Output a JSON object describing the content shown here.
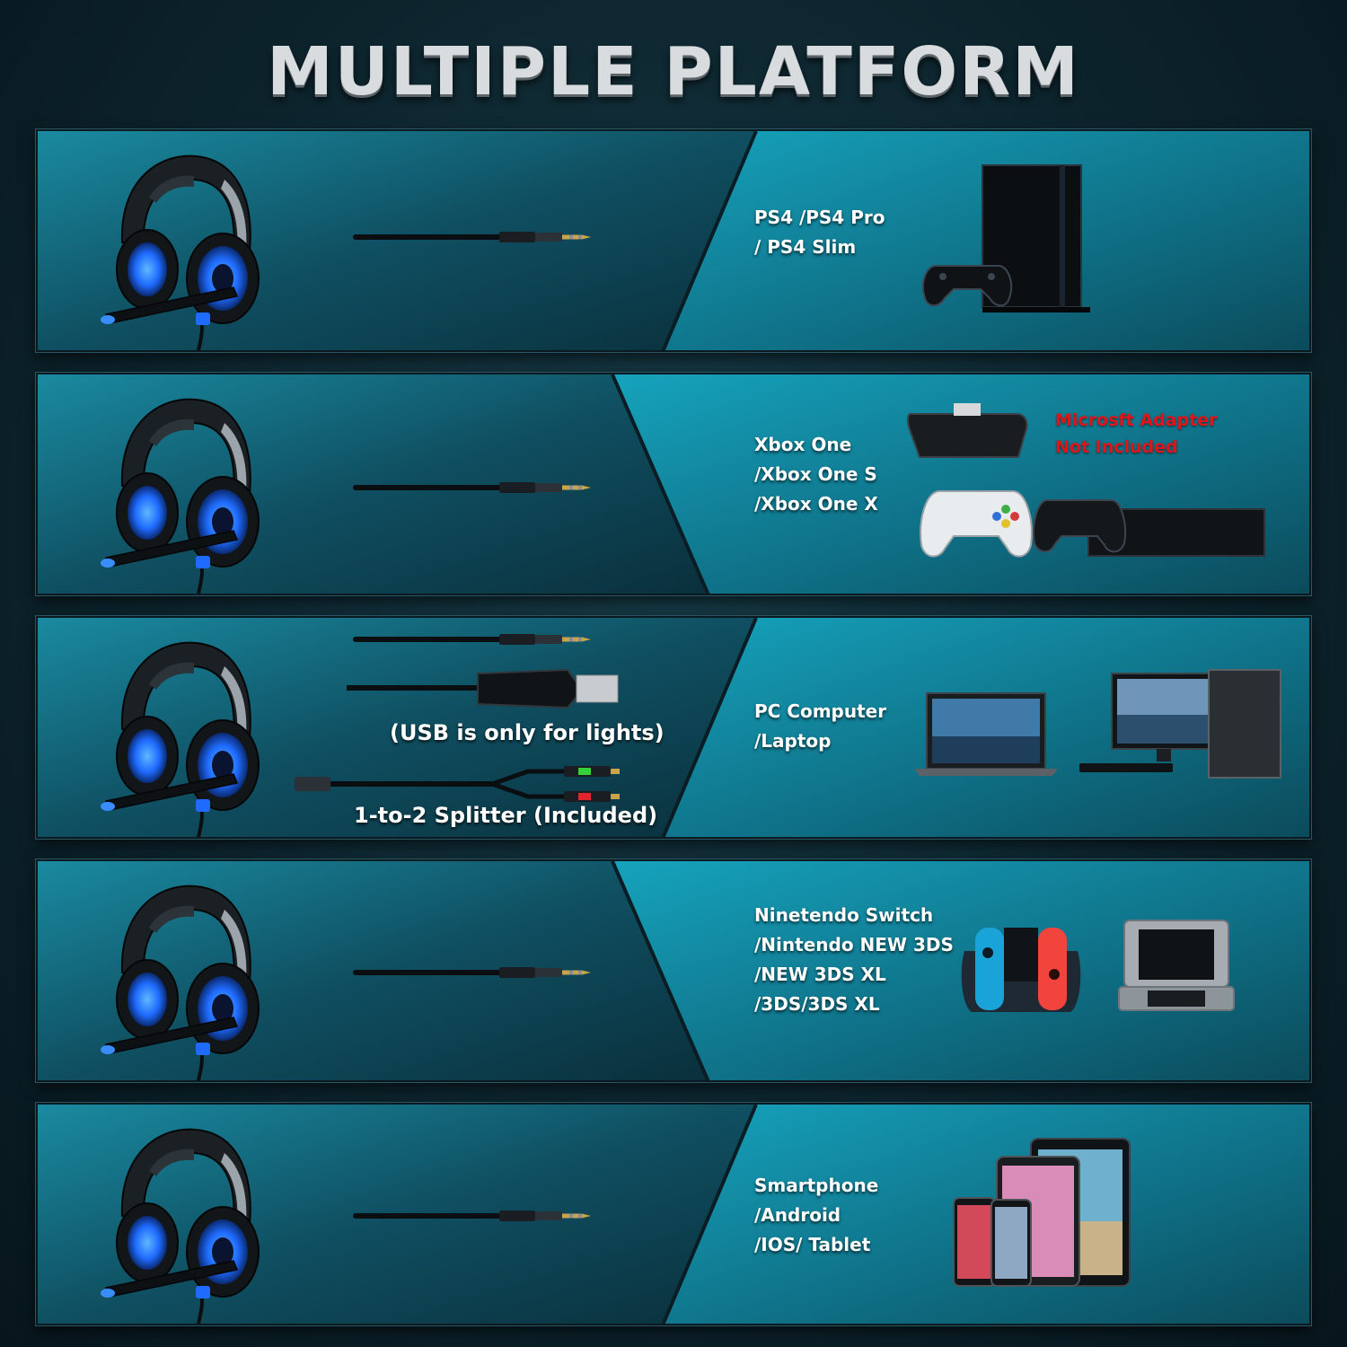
{
  "title": "MULTIPLE PLATFORM COMPATIBILITY",
  "panels": [
    {
      "lines": [
        "PS4 /PS4 Pro",
        "/ PS4 Slim"
      ]
    },
    {
      "lines": [
        "Xbox One",
        "/Xbox One S",
        "/Xbox One X"
      ],
      "note": [
        "Microsft Adapter",
        "Not Included"
      ]
    },
    {
      "lines": [
        "PC Computer",
        "/Laptop"
      ],
      "cable_notes": [
        "(USB is only for lights)",
        "1-to-2 Splitter (Included)"
      ]
    },
    {
      "lines": [
        "Ninetendo Switch",
        "/Nintendo NEW 3DS",
        "/NEW 3DS XL",
        "/3DS/3DS XL"
      ]
    },
    {
      "lines": [
        "Smartphone",
        "/Android",
        "/IOS/ Tablet"
      ]
    }
  ],
  "colors": {
    "accent_blue": "#1f6bff",
    "panel_teal": "#117b92",
    "note_red": "#e0151b"
  },
  "icons": [
    "gaming-headset-icon",
    "audio-jack-cable-icon",
    "ps4-console-icon",
    "xbox-console-icon",
    "pc-icon",
    "switch-icon",
    "3ds-icon",
    "smartphone-tablet-icon"
  ]
}
